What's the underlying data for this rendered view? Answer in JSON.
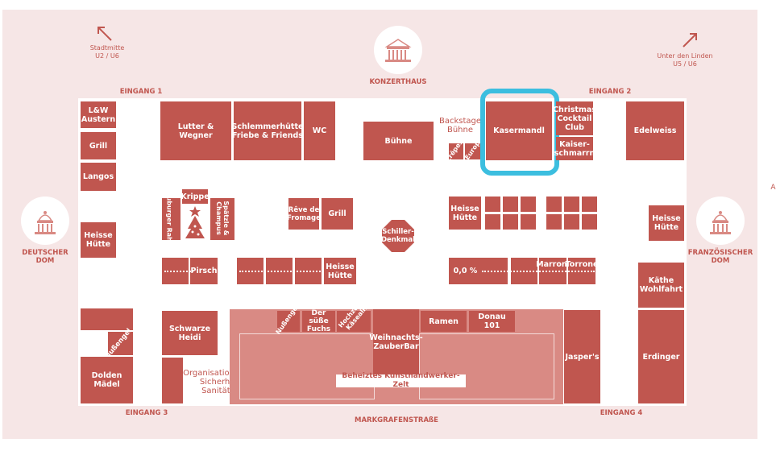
{
  "top": {
    "stadtmitte": "Stadtmitte",
    "stadtmitte_lines": "U2 / U6",
    "konzerthaus": "KONZERTHAUS",
    "unter_den_linden": "Unter den Linden",
    "unter_lines": "U5 / U6"
  },
  "landmarks": {
    "deutscher_1": "DEUTSCHER",
    "deutscher_2": "DOM",
    "franz_1": "FRANZÖSISCHER",
    "franz_2": "DOM"
  },
  "entrances": {
    "e1": "EINGANG 1",
    "e2": "EINGANG 2",
    "e3": "EINGANG 3",
    "e4": "EINGANG 4",
    "street": "MARKGRAFENSTRAßE"
  },
  "stalls": {
    "lw": "L&W Austern",
    "grill_left": "Grill",
    "langos": "Langos",
    "heisse_left": "Heisse Hütte",
    "lutter": "Lutter & Wegner",
    "schlemmer": "Schlemmerhütte Friebe & Friends",
    "wc": "WC",
    "buehne": "Bühne",
    "backstage": "Backstage Bühne",
    "crepes": "Crêpes",
    "europa": "Europa",
    "kasermandl": "Kasermandl",
    "christmas": "Christmas Cocktail Club",
    "kaiser": "Kaiser-schmarrn",
    "edelweiss": "Edelweiss",
    "krippe": "Krippe",
    "neuburger": "Neuburger Rahmbrot",
    "spaetzle": "Spätzle & Champus",
    "reve": "Rêve de Fromage",
    "grill_mid": "Grill",
    "schiller": "Schiller-Denkmal",
    "heisse_mid": "Heisse Hütte",
    "heisse_right": "Heisse Hütte",
    "pirsch": "Pirsch",
    "heisse_row": "Heisse Hütte",
    "nullnull": "0,0 %",
    "marroni": "Marroni",
    "torrone": "Torrone",
    "kaethe": "Käthe Wohlfahrt",
    "nussengel_left": "Nußengel",
    "dolden": "Dolden Mädel",
    "schwarze": "Schwarze Heidi",
    "orga": "Organisationsbüro",
    "sicherheit": "Sicherheit",
    "sanitaeter": "Sanitäter",
    "nussengel_mid": "Nußengel",
    "suesse": "Der süße Fuchs",
    "hochzeller": "Hochzeller Käsealm",
    "weihnachts": "Weihnachts-ZauberBar",
    "ramen": "Ramen",
    "donau": "Donau 101",
    "zelt": "Beheiztes Kunsthandwerker-Zelt",
    "jaspers": "Jasper's",
    "erdinger": "Erdinger"
  },
  "edge_glyph": "A",
  "colors": {
    "booth": "#c0564f",
    "booth_pale": "#d98a84",
    "background": "#f6e6e6",
    "ground": "#ffffff",
    "highlight": "#3cbedf"
  }
}
